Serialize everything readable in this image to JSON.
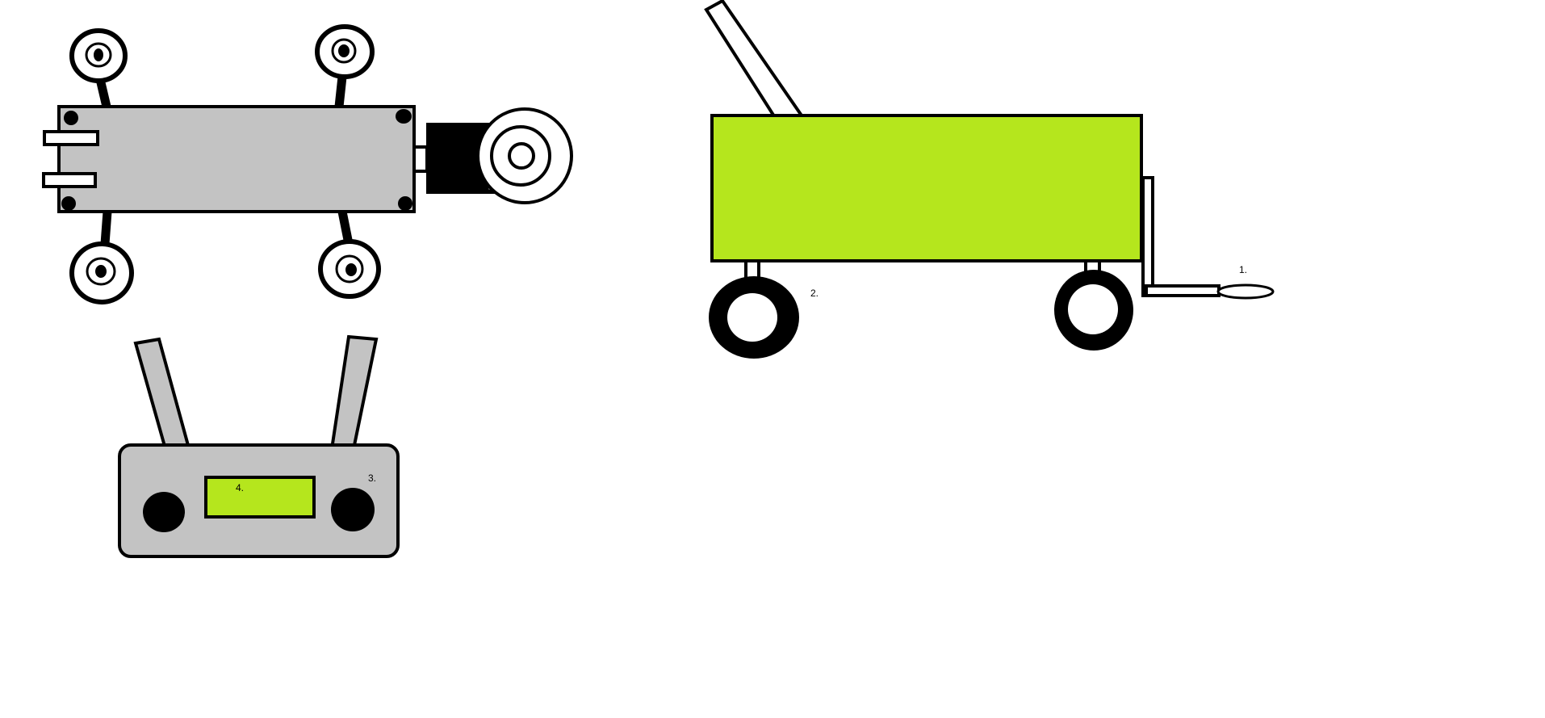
{
  "labels": {
    "one": "1.",
    "two": "2.",
    "three": "3.",
    "four": "4."
  },
  "colors": {
    "body_gray": "#c3c3c3",
    "lime_green": "#b5e61d",
    "outline": "#000000",
    "background": "#ffffff"
  }
}
